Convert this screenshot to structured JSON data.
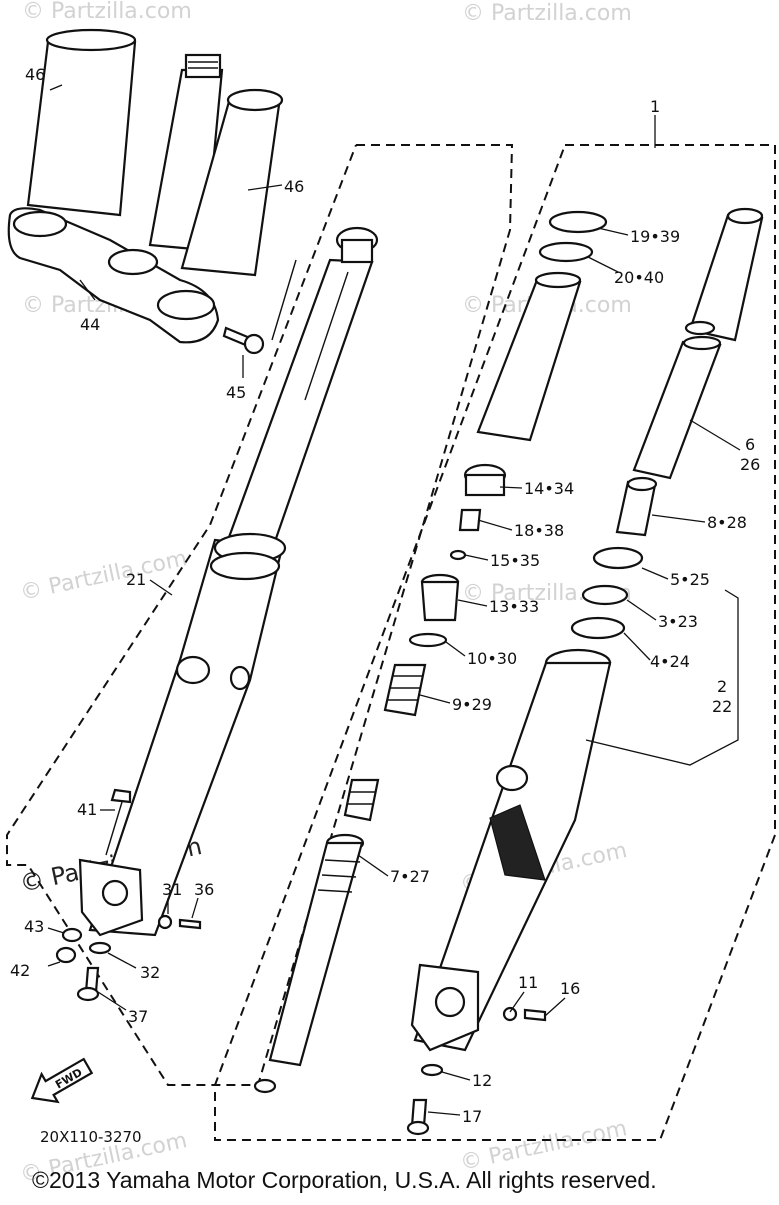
{
  "diagram": {
    "callouts": [
      {
        "id": "c1",
        "text": "1"
      },
      {
        "id": "c2",
        "text": "2"
      },
      {
        "id": "c22",
        "text": "22"
      },
      {
        "id": "c19",
        "text": "19•39"
      },
      {
        "id": "c20",
        "text": "20•40"
      },
      {
        "id": "c6",
        "text": "6"
      },
      {
        "id": "c26",
        "text": "26"
      },
      {
        "id": "c14",
        "text": "14•34"
      },
      {
        "id": "c18",
        "text": "18•38"
      },
      {
        "id": "c15",
        "text": "15•35"
      },
      {
        "id": "c13",
        "text": "13•33"
      },
      {
        "id": "c10",
        "text": "10•30"
      },
      {
        "id": "c9",
        "text": "9•29"
      },
      {
        "id": "c8",
        "text": "8•28"
      },
      {
        "id": "c5",
        "text": "5•25"
      },
      {
        "id": "c3",
        "text": "3•23"
      },
      {
        "id": "c4",
        "text": "4•24"
      },
      {
        "id": "c7",
        "text": "7•27"
      },
      {
        "id": "c11",
        "text": "11"
      },
      {
        "id": "c16",
        "text": "16"
      },
      {
        "id": "c12",
        "text": "12"
      },
      {
        "id": "c17",
        "text": "17"
      },
      {
        "id": "c46a",
        "text": "46"
      },
      {
        "id": "c46b",
        "text": "46"
      },
      {
        "id": "c44",
        "text": "44"
      },
      {
        "id": "c45",
        "text": "45"
      },
      {
        "id": "c21",
        "text": "21"
      },
      {
        "id": "c41",
        "text": "41"
      },
      {
        "id": "c31",
        "text": "31"
      },
      {
        "id": "c36",
        "text": "36"
      },
      {
        "id": "c43",
        "text": "43"
      },
      {
        "id": "c42",
        "text": "42"
      },
      {
        "id": "c32",
        "text": "32"
      },
      {
        "id": "c37",
        "text": "37"
      }
    ],
    "fwd_label": "FWD",
    "drawing_code": "20X110-3270",
    "watermark_text": "© Partzilla.com",
    "copyright": "©2013 Yamaha Motor Corporation, U.S.A. All rights reserved."
  }
}
